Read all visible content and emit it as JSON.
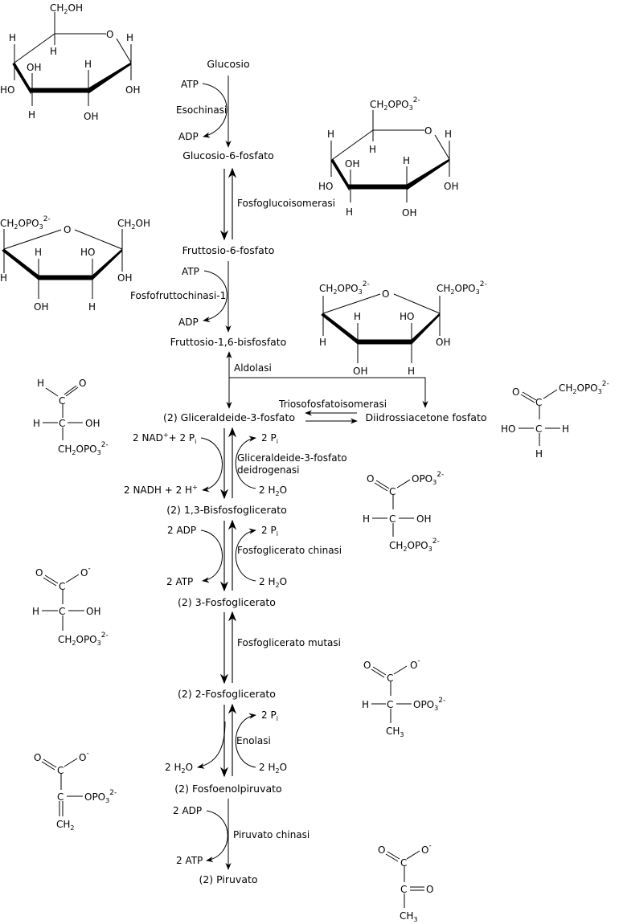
{
  "title": "Glicolisi",
  "pathway": {
    "metabolites": [
      "Glucosio",
      "Glucosio-6-fosfato",
      "Fruttosio-6-fosfato",
      "Fruttosio-1,6-bisfosfato",
      "(2) Gliceraldeide-3-fosfato",
      "Diidrossiacetone fosfato",
      "(2) 1,3-Bisfosfoglicerato",
      "(2) 3-Fosfoglicerato",
      "(2) 2-Fosfoglicerato",
      "(2) Fosfoenolpiruvato",
      "(2) Piruvato"
    ],
    "enzymes": [
      "Esochinasi",
      "Fosfoglucoisomerasi",
      "Fosfofruttochinasi-1",
      "Aldolasi",
      "Triosofosfatoisomerasi",
      "Gliceraldeide-3-fosfato",
      "deidrogenasi",
      "Fosfoglicerato chinasi",
      "Fosfoglicerato mutasi",
      "Enolasi",
      "Piruvato chinasi"
    ],
    "cofactors": {
      "atp": "ATP",
      "adp": "ADP",
      "nad_plus": "2 NAD",
      "plus_sign": "+",
      "pi_2": "+ 2 P",
      "pi_sub": "i",
      "two_pi": "2 P",
      "nadh": "2 NADH + 2 H",
      "h2o_2": "2 H",
      "h2o_o": "O",
      "h2o_sub": "2",
      "adp_2": "2 ADP",
      "atp_2": "2 ATP"
    }
  },
  "structures": {
    "oh": "OH",
    "ho": "HO",
    "h": "H",
    "o": "O",
    "c": "C",
    "o_minus": "O",
    "minus": "-",
    "ch2oh": "CH",
    "ch2_sub": "2",
    "oh_tail": "OH",
    "ch2opo3": "CH",
    "opo3_part": "OPO",
    "sub3": "3",
    "sup2minus": "2-",
    "opo3": "OPO",
    "ch3": "CH",
    "ch2_alone": "CH"
  }
}
